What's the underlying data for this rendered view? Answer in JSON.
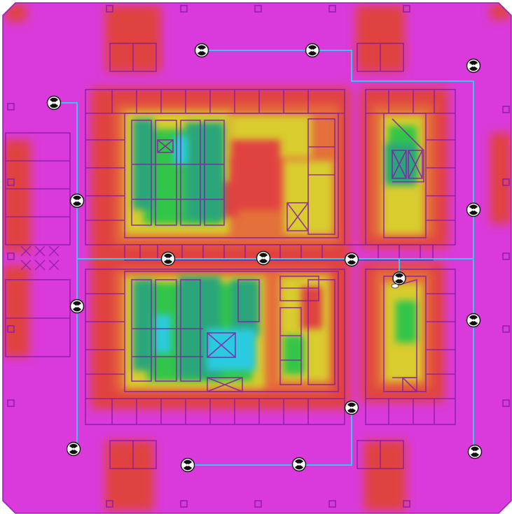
{
  "view": {
    "type": "wifi-heatmap-floorplan"
  },
  "colors": {
    "background": "#da3adb",
    "weak_red": "#e0433f",
    "orange": "#e46f3a",
    "yellow": "#d8cc2f",
    "green": "#33c54a",
    "teal": "#2aa67a",
    "cyan": "#2ccbe0",
    "wall": "#8a1aa8",
    "cable": "#39c6ee",
    "ap_dark": "#111111"
  },
  "access_points": [
    {
      "id": "ap-1"
    },
    {
      "id": "ap-2"
    },
    {
      "id": "ap-3"
    },
    {
      "id": "ap-4"
    },
    {
      "id": "ap-5"
    },
    {
      "id": "ap-6"
    },
    {
      "id": "ap-7"
    },
    {
      "id": "ap-8"
    },
    {
      "id": "ap-9"
    },
    {
      "id": "ap-10"
    },
    {
      "id": "ap-11"
    },
    {
      "id": "ap-12"
    },
    {
      "id": "ap-13"
    },
    {
      "id": "ap-14"
    },
    {
      "id": "ap-15"
    },
    {
      "id": "ap-16"
    },
    {
      "id": "ap-17"
    }
  ],
  "selected_ap": "ap-10"
}
